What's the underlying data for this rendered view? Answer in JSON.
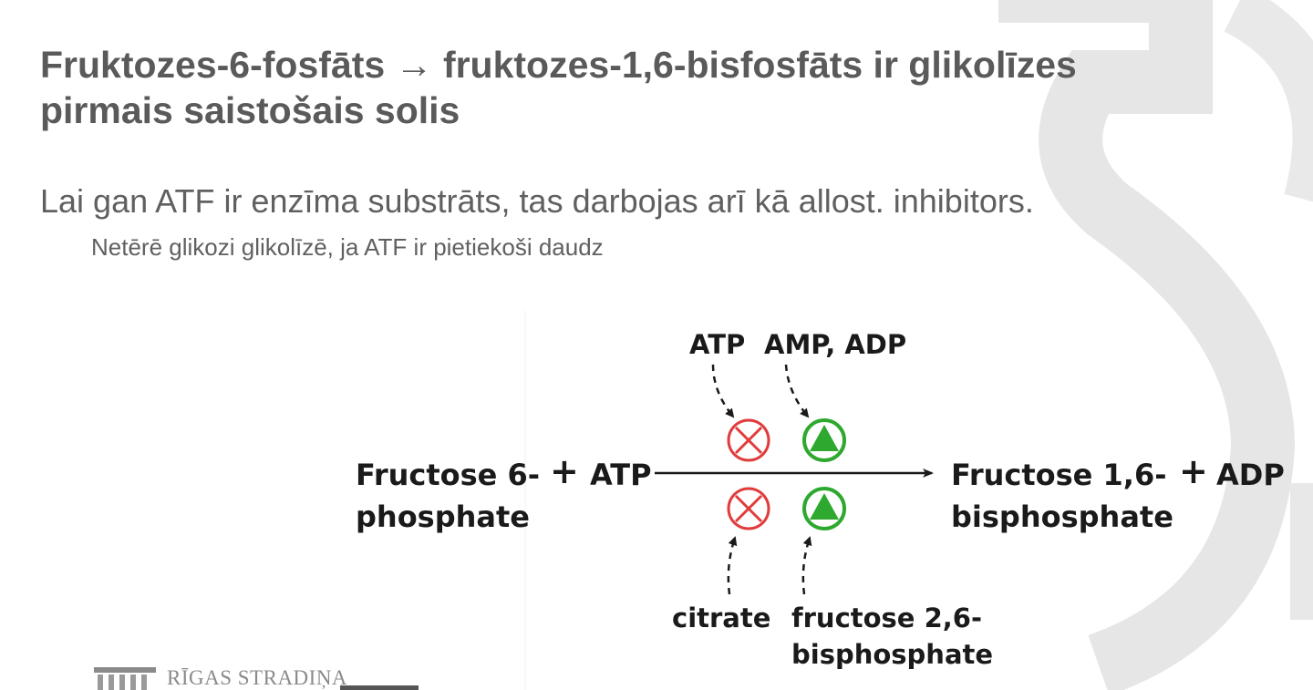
{
  "slide": {
    "title": "Fruktozes-6-fosfāts → fruktozes-1,6-bisfosfāts ir glikolīzes\npirmais saistošais solis",
    "subtitle": "Lai gan ATF ir enzīma substrāts, tas darbojas arī kā allost. inhibitors.",
    "sub_bullet": "Netērē glikozi glikolīzē, ja ATF ir pietiekoši daudz"
  },
  "diagram": {
    "substrate_line1": "Fructose 6-",
    "substrate_line2": "phosphate",
    "plus_left": "+",
    "atp_reactant": "ATP",
    "product_line1": "Fructose 1,6-",
    "product_line2": "bisphosphate",
    "plus_right": "+",
    "adp_product": "ADP",
    "inhibitor_top": "ATP",
    "activator_top": "AMP, ADP",
    "inhibitor_bottom": "citrate",
    "activator_bottom_line1": "fructose 2,6-",
    "activator_bottom_line2": "bisphosphate",
    "inhibition_color": "#e03c3c",
    "activation_color": "#2ea82e"
  },
  "footer": {
    "logo_text": "RĪGAS STRADIŅA"
  }
}
